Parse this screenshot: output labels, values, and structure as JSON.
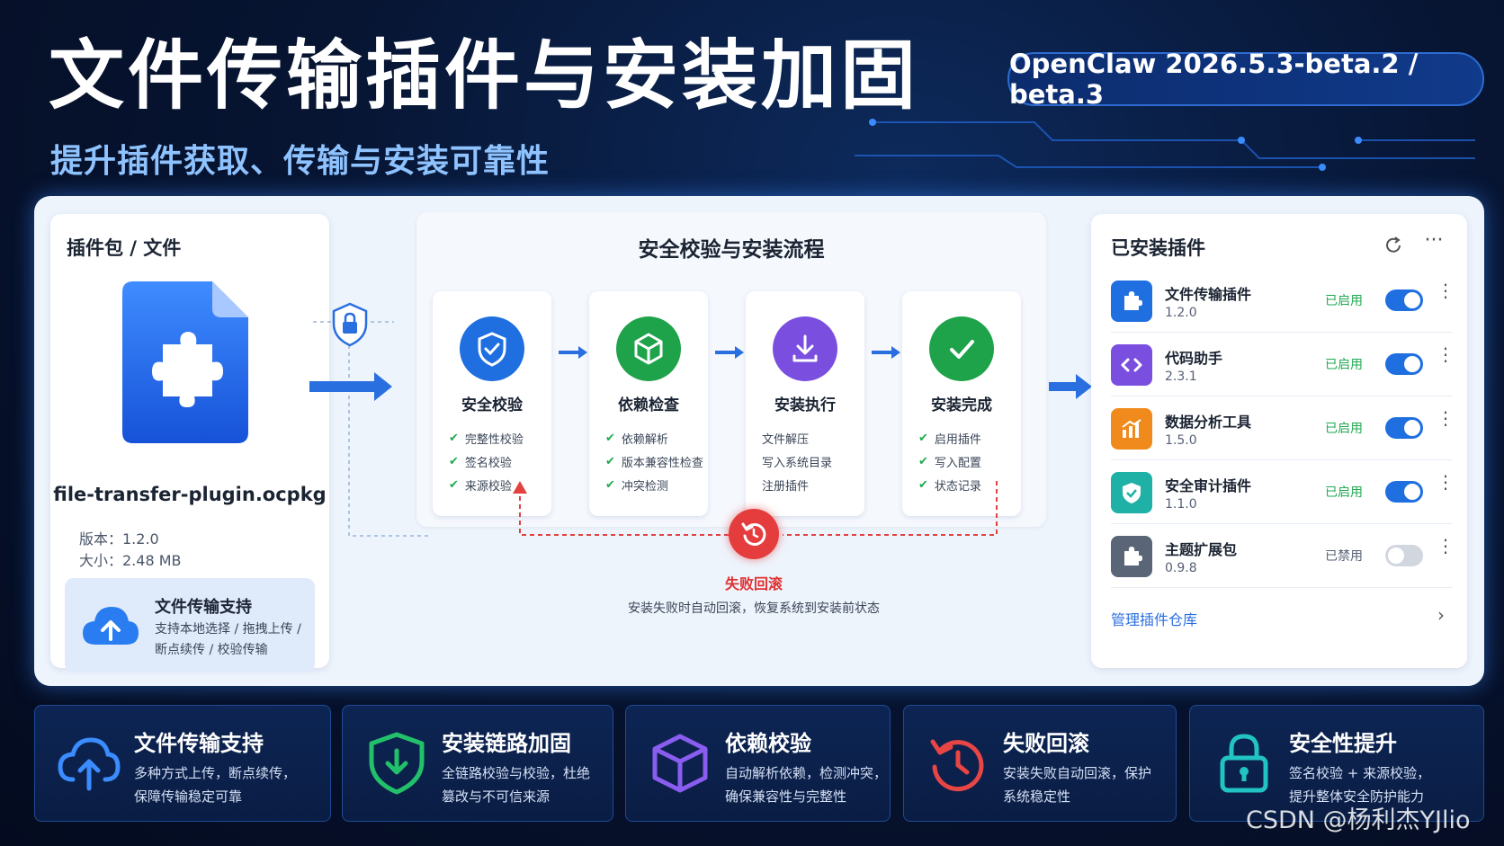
{
  "header": {
    "title": "文件传输插件与安装加固",
    "subtitle": "提升插件获取、传输与安装可靠性",
    "version": "OpenClaw 2026.5.3-beta.2 / beta.3"
  },
  "left_card": {
    "title": "插件包 / 文件",
    "file_icon": "puzzle-file-icon",
    "file_name": "file-transfer-plugin.ocpkg",
    "version_line": "版本：1.2.0",
    "size_line": "大小：2.48 MB",
    "support": {
      "icon": "cloud-upload-icon",
      "title": "文件传输支持",
      "desc_line1": "支持本地选择 / 拖拽上传 /",
      "desc_line2": "断点续传 / 校验传输"
    }
  },
  "flow": {
    "title": "安全校验与安装流程",
    "steps": [
      {
        "name": "安全校验",
        "icon": "shield-check-icon",
        "color": "#1f6fe0",
        "checked": true,
        "items": [
          "完整性校验",
          "签名校验",
          "来源校验"
        ]
      },
      {
        "name": "依赖检查",
        "icon": "cube-icon",
        "color": "#1fa34a",
        "checked": true,
        "items": [
          "依赖解析",
          "版本兼容性检查",
          "冲突检测"
        ]
      },
      {
        "name": "安装执行",
        "icon": "download-icon",
        "color": "#7a4fe0",
        "checked": false,
        "items": [
          "文件解压",
          "写入系统目录",
          "注册插件"
        ]
      },
      {
        "name": "安装完成",
        "icon": "check-circle-icon",
        "color": "#1fa34a",
        "checked": true,
        "items": [
          "启用插件",
          "写入配置",
          "状态记录"
        ]
      }
    ],
    "rollback": {
      "icon": "rollback-icon",
      "label": "失败回滚",
      "desc": "安装失败时自动回滚，恢复系统到安装前状态"
    }
  },
  "right_card": {
    "title": "已安装插件",
    "plugins": [
      {
        "name": "文件传输插件",
        "version": "1.2.0",
        "status": "已启用",
        "enabled": true,
        "icon": "puzzle-icon",
        "color": "#1f6fe0"
      },
      {
        "name": "代码助手",
        "version": "2.3.1",
        "status": "已启用",
        "enabled": true,
        "icon": "code-icon",
        "color": "#7a4fe0"
      },
      {
        "name": "数据分析工具",
        "version": "1.5.0",
        "status": "已启用",
        "enabled": true,
        "icon": "bar-chart-icon",
        "color": "#f08a1c"
      },
      {
        "name": "安全审计插件",
        "version": "1.1.0",
        "status": "已启用",
        "enabled": true,
        "icon": "shield-check-icon",
        "color": "#1fb0a6"
      },
      {
        "name": "主题扩展包",
        "version": "0.9.8",
        "status": "已禁用",
        "enabled": false,
        "icon": "puzzle-icon",
        "color": "#5a6578"
      }
    ],
    "manage_link": "管理插件仓库"
  },
  "features": [
    {
      "title": "文件传输支持",
      "desc_line1": "多种方式上传，断点续传，",
      "desc_line2": "保障传输稳定可靠",
      "icon": "cloud-upload-icon",
      "color": "#3a8cff"
    },
    {
      "title": "安装链路加固",
      "desc_line1": "全链路校验与校验，杜绝",
      "desc_line2": "篡改与不可信来源",
      "icon": "shield-check-icon",
      "color": "#22c06a"
    },
    {
      "title": "依赖校验",
      "desc_line1": "自动解析依赖，检测冲突，",
      "desc_line2": "确保兼容性与完整性",
      "icon": "cube-icon",
      "color": "#8a5cf0"
    },
    {
      "title": "失败回滚",
      "desc_line1": "安装失败自动回滚，保护",
      "desc_line2": "系统稳定性",
      "icon": "rollback-icon",
      "color": "#e84545"
    },
    {
      "title": "安全性提升",
      "desc_line1": "签名校验 + 来源校验，",
      "desc_line2": "提升整体安全防护能力",
      "icon": "lock-icon",
      "color": "#22c3c3"
    }
  ],
  "watermark": "CSDN @杨利杰YJlio",
  "colors": {
    "accent": "#2a6fe0",
    "enabled_green": "#1faa4f",
    "rollback_red": "#e03030"
  }
}
